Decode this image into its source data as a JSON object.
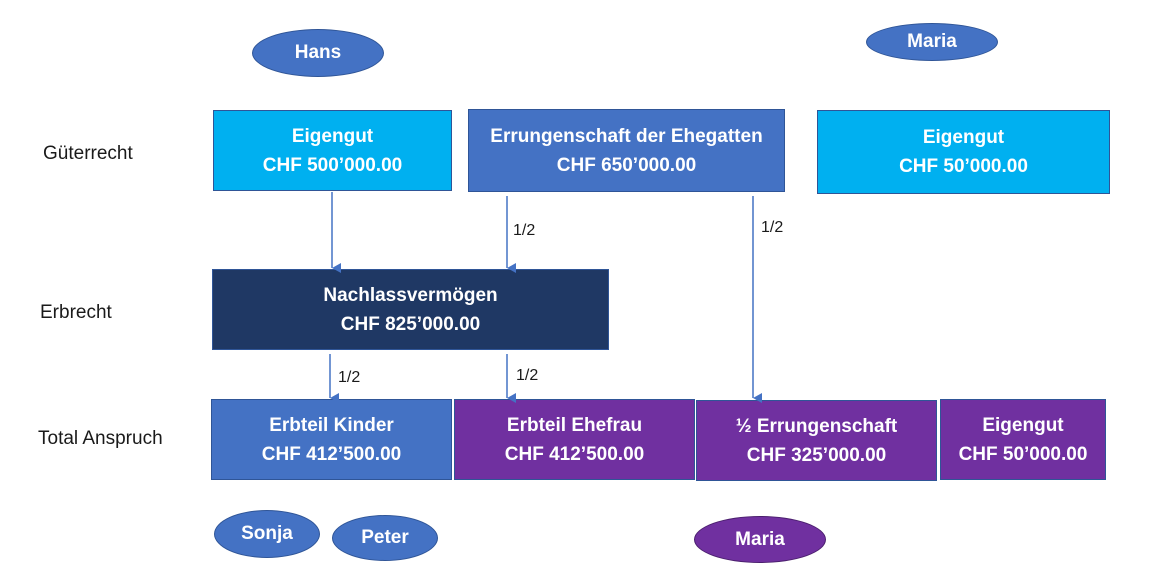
{
  "persons": {
    "hans": "Hans",
    "maria_top": "Maria",
    "sonja": "Sonja",
    "peter": "Peter",
    "maria_bottom": "Maria"
  },
  "rows": {
    "gueterrecht": "Güterrecht",
    "erbrecht": "Erbrecht",
    "total": "Total Anspruch"
  },
  "boxes": {
    "hans_eigengut": {
      "title": "Eigengut",
      "amount": "CHF 500’000.00"
    },
    "errungenschaft": {
      "title": "Errungenschaft der Ehegatten",
      "amount": "CHF 650’000.00"
    },
    "maria_eigengut": {
      "title": "Eigengut",
      "amount": "CHF 50’000.00"
    },
    "nachlass": {
      "title": "Nachlassvermögen",
      "amount": "CHF 825’000.00"
    },
    "erbteil_kinder": {
      "title": "Erbteil Kinder",
      "amount": "CHF 412’500.00"
    },
    "erbteil_ehefrau": {
      "title": "Erbteil Ehefrau",
      "amount": "CHF 412’500.00"
    },
    "halb_errungenschaft": {
      "title": "½ Errungenschaft",
      "amount": "CHF 325’000.00"
    },
    "eigengut_total": {
      "title": "Eigengut",
      "amount": "CHF 50’000.00"
    }
  },
  "fractions": {
    "errungenschaft_to_nachlass": "1/2",
    "errungenschaft_to_halb": "1/2",
    "nachlass_to_kinder": "1/2",
    "nachlass_to_ehefrau": "1/2"
  },
  "colors": {
    "cyan": "#00b0f0",
    "blue": "#4472c4",
    "navy": "#1f3864",
    "purple": "#7030a0",
    "arrow": "#4472c4"
  }
}
